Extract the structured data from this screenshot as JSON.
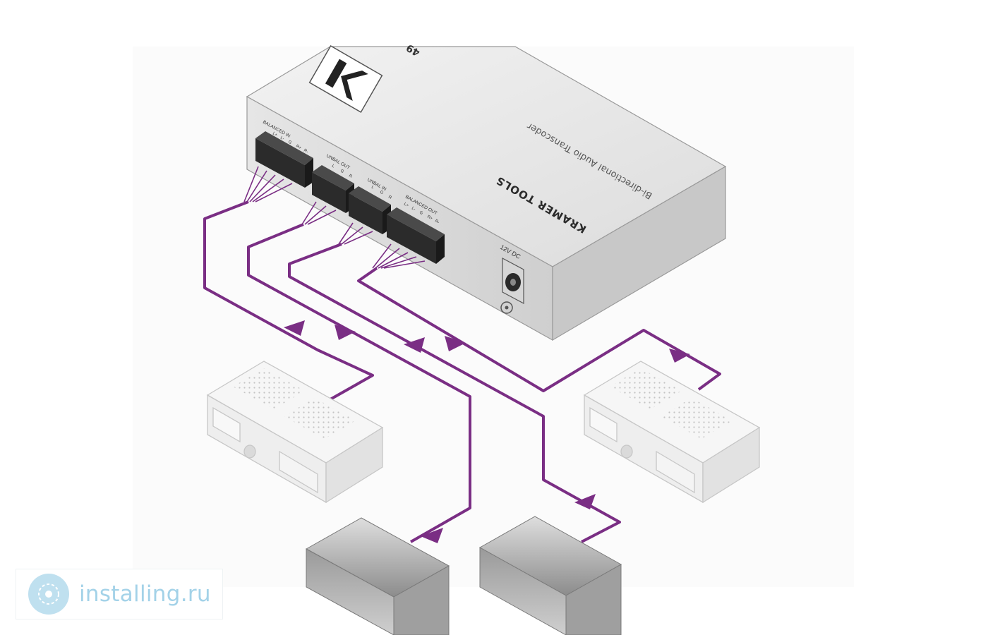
{
  "device": {
    "brand": "KRAMER TOOLS",
    "subtitle": "Bi-directional Audio Transcoder",
    "model_partial": "49",
    "ports": {
      "balanced_in": "BALANCED IN",
      "unbal_out": "UNBAL OUT",
      "unbal_in": "UNBAL IN",
      "balanced_out": "BALANCED OUT",
      "power": "12V DC"
    },
    "pin_labels": {
      "balanced": [
        "L+",
        "L-",
        "G",
        "R+",
        "R-"
      ],
      "unbal": [
        "L",
        "G",
        "R"
      ]
    }
  },
  "watermark": {
    "text": "installing.ru"
  },
  "colors": {
    "cable": "#7a2e84",
    "device_top": "#e9e9e9",
    "device_front": "#dedede",
    "device_side": "#c9c9c9",
    "connector": "#2b2b2b",
    "watermark": "#a3d2e8"
  }
}
